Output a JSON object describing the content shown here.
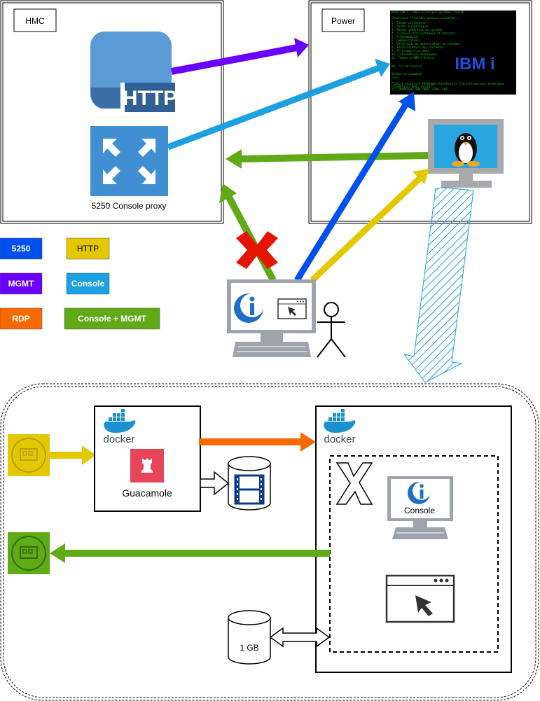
{
  "hmc": {
    "label": "HMC",
    "proxy_label": "5250 Console proxy",
    "http_label": "HTTP"
  },
  "power": {
    "label": "Power",
    "screen_brand": "IBM i",
    "screen_lines": [
      "MAIN                    IBM i - Menu principal              Système: XLSFPD",
      "Choisissez l'une des options suivantes:",
      "  1. Tâches utilisateur",
      "  2. Tâches bureautiques",
      "  3. Tâches générales du système",
      "  4. Fichiers, bibliothèques et dossiers",
      "  5. Programmation",
      "  6. Communications",
      "  7. Définition ou modification du système",
      "  8. Identification des incidents",
      "  9. Affichage d'un menu",
      " 10. Informations techniques",
      " 11. Tâches d'IBM i Access",
      " 90. Fin de session",
      "Option ou commande",
      "===>",
      "F3=Exit   F4=Invite   F9=Rappel   F12=Annuler   F13=Informations techniques",
      "F23=Définir menu initial",
      "(C) COPYRIGHT IBM CORP. 1980, 2021."
    ]
  },
  "legend": [
    {
      "label": "5250",
      "color": "#0050ef",
      "text_color": "#ffffff"
    },
    {
      "label": "HTTP",
      "color": "#e3c800",
      "text_color": "#000000"
    },
    {
      "label": "MGMT",
      "color": "#6a00ff",
      "text_color": "#ffffff"
    },
    {
      "label": "Console",
      "color": "#1ba1e2",
      "text_color": "#ffffff"
    },
    {
      "label": "RDP",
      "color": "#fa6800",
      "text_color": "#ffffff"
    },
    {
      "label": "Console + MGMT",
      "color": "#60a917",
      "text_color": "#ffffff"
    }
  ],
  "docker": {
    "left_brand": "docker",
    "guacamole_label": "Guacamole",
    "right_brand": "docker",
    "console_label": "Console",
    "storage_label": "1 GB"
  },
  "icons": [
    "http-server-icon",
    "proxy-expand-icon",
    "tux-linux-icon",
    "ibmi-client-icon",
    "stick-figure-user-icon",
    "network-card-icon",
    "film-storage-icon",
    "guacamole-rook-icon",
    "docker-whale-icon",
    "x11-logo-icon",
    "browser-window-icon",
    "red-x-icon"
  ]
}
